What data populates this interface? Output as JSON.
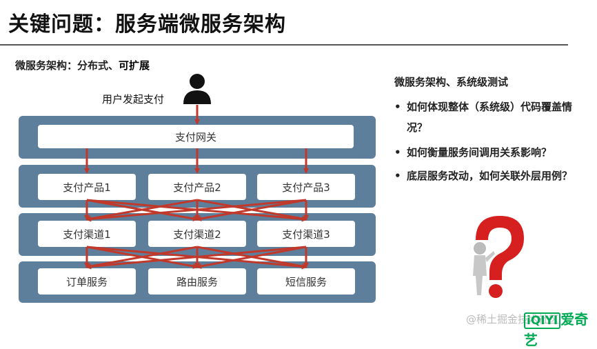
{
  "title": "关键问题：服务端微服务架构",
  "subtitle_prefix": "微服务架构：分布式、",
  "subtitle_highlight": "可扩展",
  "user_label": "用户发起支付",
  "gateway": "支付网关",
  "products": [
    "支付产品1",
    "支付产品2",
    "支付产品3"
  ],
  "channels": [
    "支付渠道1",
    "支付渠道2",
    "支付渠道3"
  ],
  "services": [
    "订单服务",
    "路由服务",
    "短信服务"
  ],
  "side": {
    "title": "微服务架构、系统级测试",
    "bullets": [
      {
        "dot": "•",
        "text": "如何体现整体（系统级）代码覆盖情况？"
      },
      {
        "dot": "•",
        "text": "如何衡量服务间调用关系影响？"
      },
      {
        "dot": "•",
        "text": "底层服务改动，如何关联外层用例？"
      }
    ]
  },
  "watermark": "@稀土掘金技术社区",
  "logo_text": "iQIYI",
  "logo_suffix": "爱奇艺",
  "colors": {
    "band": "#5e7f9c",
    "arrow": "#c0392b",
    "question": "#d62020"
  }
}
